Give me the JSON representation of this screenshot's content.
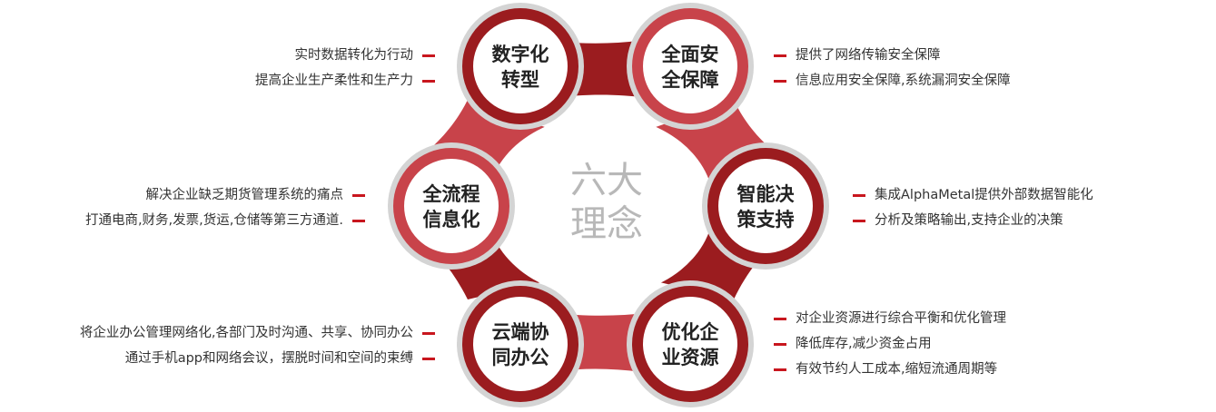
{
  "center": {
    "line1": "六大",
    "line2": "理念"
  },
  "colors": {
    "dark_red": "#9b1c1f",
    "mid_red": "#c8434a",
    "ring_gray": "#d4d4d4",
    "dash_red": "#c8161e"
  },
  "nodes": [
    {
      "id": "digital",
      "title1": "数字化",
      "title2": "转型",
      "notes": [
        "实时数据转化为行动",
        "提高企业生产柔性和生产力"
      ]
    },
    {
      "id": "security",
      "title1": "全面安",
      "title2": "全保障",
      "notes": [
        "提供了网络传输安全保障",
        "信息应用安全保障,系统漏洞安全保障"
      ]
    },
    {
      "id": "process",
      "title1": "全流程",
      "title2": "信息化",
      "notes": [
        "解决企业缺乏期货管理系统的痛点",
        "打通电商,财务,发票,货运,仓储等第三方通道."
      ]
    },
    {
      "id": "decision",
      "title1": "智能决",
      "title2": "策支持",
      "notes": [
        "集成AlphaMetal提供外部数据智能化",
        "分析及策略输出,支持企业的决策"
      ]
    },
    {
      "id": "cloud",
      "title1": "云端协",
      "title2": "同办公",
      "notes": [
        "将企业办公管理网络化,各部门及时沟通、共享、协同办公",
        "通过手机app和网络会议，摆脱时间和空间的束缚"
      ]
    },
    {
      "id": "resource",
      "title1": "优化企",
      "title2": "业资源",
      "notes": [
        "对企业资源进行综合平衡和优化管理",
        "降低库存,减少资金占用",
        "有效节约人工成本,缩短流通周期等"
      ]
    }
  ]
}
